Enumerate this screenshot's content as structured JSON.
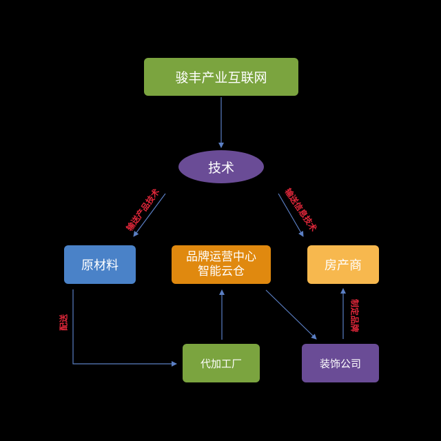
{
  "nodes": {
    "top": "骏丰产业互联网",
    "tech": "技术",
    "raw": "原材料",
    "brand_line1": "品牌运营中心",
    "brand_line2": "智能云仓",
    "estate": "房产商",
    "oem": "代加工厂",
    "deco": "装饰公司"
  },
  "edges": {
    "tech_to_raw": "输送产品技术",
    "tech_to_estate": "输送信息技术",
    "raw_to_oem": "配送",
    "deco_to_estate": "制定品牌"
  },
  "colors": {
    "background": "#000000",
    "green": "#7ba43f",
    "purple": "#6a4c96",
    "blue": "#4a82c8",
    "orange": "#e0890f",
    "light_orange": "#f7b84e",
    "arrow": "#5b7fc4",
    "edge_label": "#e0273a"
  }
}
